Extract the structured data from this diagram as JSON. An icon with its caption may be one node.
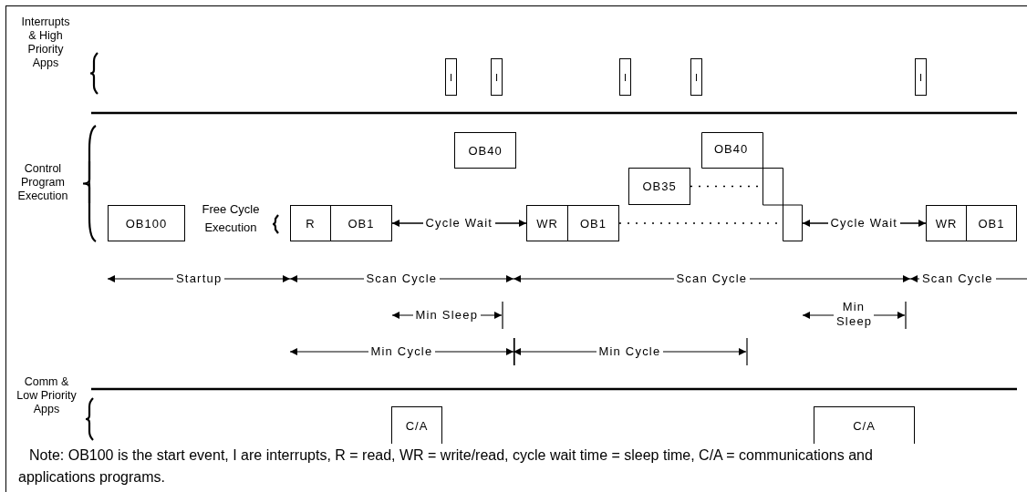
{
  "diagram": {
    "caption": "Note: OB100 is the start event, I are interrupts, R = read, WR = write/read, cycle wait time = sleep time, C/A = communications and applications programs.",
    "nodes": [
      {
        "text": [
          "I"
        ]
      },
      {
        "text": [
          "I"
        ]
      },
      {
        "text": [
          "I"
        ]
      },
      {
        "text": [
          "I"
        ]
      },
      {
        "text": [
          "I"
        ]
      },
      {
        "text": [
          "OB40"
        ]
      },
      {
        "text": [
          "OB40"
        ]
      },
      {
        "text": [
          "OB35"
        ]
      },
      {
        "text": [
          "OB100"
        ]
      },
      {
        "text": [
          "R"
        ]
      },
      {
        "text": [
          "OB1"
        ]
      },
      {
        "text": [
          "WR"
        ]
      },
      {
        "text": [
          "OB1"
        ]
      },
      {
        "text": [
          "WR"
        ]
      },
      {
        "text": [
          "OB1"
        ]
      },
      {
        "text": [
          "C/A"
        ]
      },
      {
        "text": [
          "C/A"
        ]
      }
    ],
    "edges": [
      {
        "from": 12,
        "to": 6,
        "arrow": "none",
        "style": "dashed"
      },
      {
        "from": 7,
        "to": 6,
        "arrow": "none",
        "style": "dashed"
      },
      {
        "from": 10,
        "to": 11,
        "arrow": "both",
        "label": "Cycle Wait"
      },
      {
        "from": 6,
        "to": 13,
        "arrow": "both",
        "label": "Cycle Wait"
      }
    ],
    "labels": [
      "Interrupts & High Priority Apps",
      "Control Program Execution",
      "Free Cycle Execution",
      "Startup",
      "Scan Cycle",
      "Scan Cycle",
      "Scan Cycle",
      "Min Sleep",
      "Min Sleep",
      "Min Cycle",
      "Min Cycle",
      "Comm & Low Priority Apps"
    ]
  }
}
